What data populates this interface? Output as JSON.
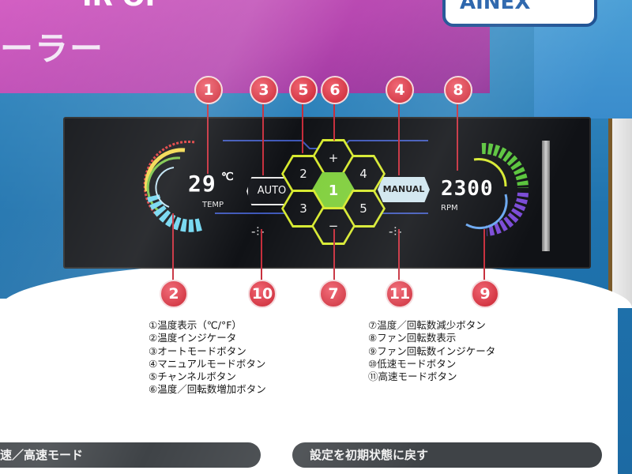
{
  "banner": {
    "title_fragment": "ーラー",
    "top_fragment": "IR OF",
    "logo": "AINEX"
  },
  "display": {
    "temperature": "29",
    "temperature_unit": "℃",
    "temperature_label": "TEMP",
    "fan_speed": "2300",
    "fan_speed_label": "RPM",
    "auto_label": "AUTO",
    "manual_label": "MANUAL",
    "plus_symbol": "+",
    "minus_symbol": "−",
    "low_mode_icon": "-⫶-",
    "high_mode_icon": "-⫶-",
    "channels": [
      "1",
      "2",
      "3",
      "4",
      "5"
    ]
  },
  "callouts": [
    "1",
    "2",
    "3",
    "4",
    "5",
    "6",
    "7",
    "8",
    "9",
    "10",
    "11"
  ],
  "legend_left": [
    "①温度表示（℃/°F）",
    "②温度インジケータ",
    "③オートモードボタン",
    "④マニュアルモードボタン",
    "⑤チャンネルボタン",
    "⑥温度／回転数増加ボタン"
  ],
  "legend_right": [
    "⑦温度／回転数減少ボタン",
    "⑧ファン回転数表示",
    "⑨ファン回転数インジケータ",
    "⑩低速モードボタン",
    "⑪高速モードボタン"
  ],
  "bottom": {
    "left_heading": "速／高速モード",
    "right_heading": "設定を初期状態に戻す"
  },
  "colors": {
    "callout": "#d42a37",
    "hex_border": "#d6e92e",
    "hex_active": "#80cf3c",
    "panel": "#101216",
    "background": "#2a7fba"
  }
}
